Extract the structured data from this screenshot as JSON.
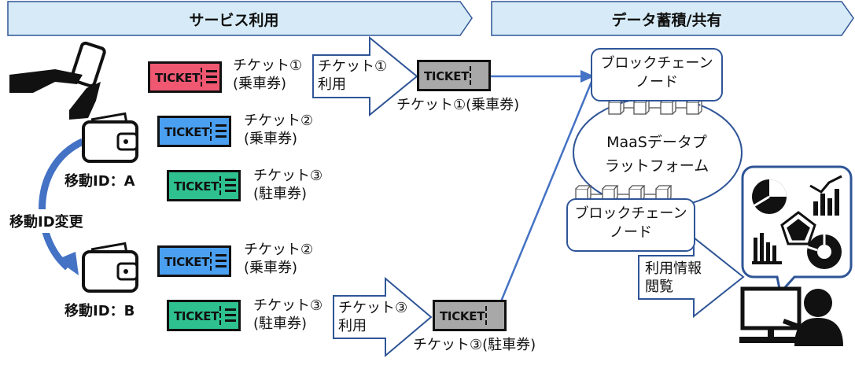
{
  "banners": {
    "left": "サービス利用",
    "right": "データ蓄積/共有"
  },
  "ticket_word": "TICKET",
  "colors": {
    "banner_fill": "#d6ebf7",
    "ticket_pink": "#f05872",
    "ticket_blue": "#4a9ff0",
    "ticket_green": "#2ec08f",
    "ticket_gray": "#a8a8a8",
    "blue_line": "#4472c4"
  },
  "tickets": {
    "t1": "チケット①\n(乗車券)",
    "t2a": "チケット②\n(乗車券)",
    "t3a": "チケット③\n(駐車券)",
    "t2b": "チケット②\n(乗車券)",
    "t3b": "チケット③\n(駐車券)"
  },
  "use_arrows": {
    "use1": "チケット①\n利用",
    "use3": "チケット③\n利用"
  },
  "used_tickets": {
    "u1": "チケット①(乗車券)",
    "u3": "チケット③(駐車券)"
  },
  "ids": {
    "a": "移動ID：A",
    "b": "移動ID：B",
    "change": "移動ID変更"
  },
  "platform": {
    "node_top": "ブロックチェーン\nノード",
    "center": "MaaSデータプ\nラットフォーム",
    "node_bottom": "ブロックチェーン\nノード",
    "view": "利用情報\n閲覧"
  },
  "icons": [
    "smartphone-hand-icon",
    "wallet-icon",
    "pie-chart-icon",
    "bar-chart-icon",
    "radar-chart-icon",
    "donut-chart-icon",
    "person-at-computer-icon",
    "block-icon"
  ]
}
